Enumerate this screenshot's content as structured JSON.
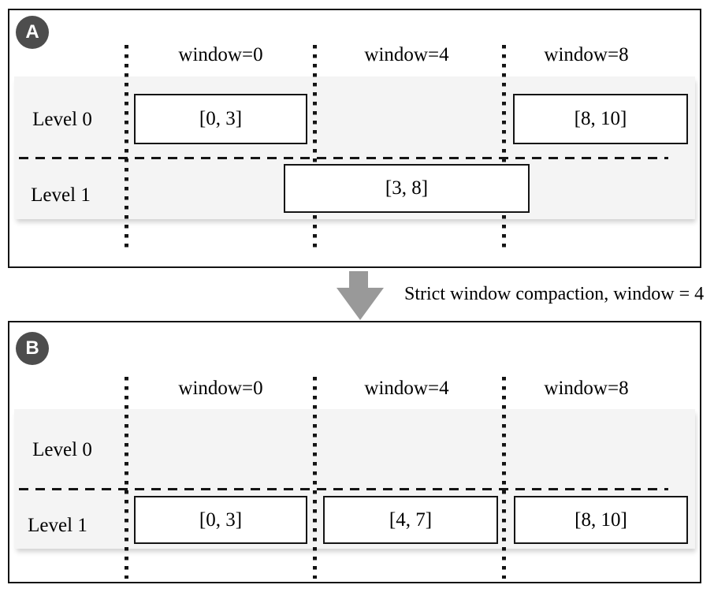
{
  "figure": {
    "transition_label": "Strict window compaction, window = 4"
  },
  "panels": [
    {
      "badge": "A",
      "window_labels": [
        "window=0",
        "window=4",
        "window=8"
      ],
      "levels": [
        {
          "label": "Level 0",
          "boxes": [
            {
              "interval": "[0, 3]"
            },
            {
              "interval": "[8, 10]"
            }
          ]
        },
        {
          "label": "Level 1",
          "boxes": [
            {
              "interval": "[3, 8]"
            }
          ]
        }
      ]
    },
    {
      "badge": "B",
      "window_labels": [
        "window=0",
        "window=4",
        "window=8"
      ],
      "levels": [
        {
          "label": "Level 0",
          "boxes": []
        },
        {
          "label": "Level 1",
          "boxes": [
            {
              "interval": "[0, 3]"
            },
            {
              "interval": "[4, 7]"
            },
            {
              "interval": "[8, 10]"
            }
          ]
        }
      ]
    }
  ],
  "colors": {
    "badge_bg": "#4d4d4d",
    "badge_text": "#ffffff",
    "band_bg": "#f4f4f4",
    "arrow": "#999999",
    "line": "#141414",
    "background": "#ffffff"
  }
}
